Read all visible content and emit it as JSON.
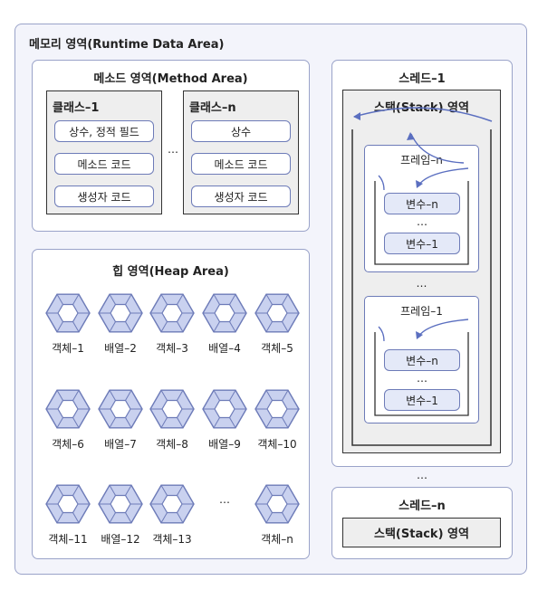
{
  "memory": {
    "title": "메모리 영역(Runtime Data Area)",
    "method_area": {
      "title": "메소드 영역(Method Area)",
      "class_1": {
        "title": "클래스–1",
        "items": [
          "상수, 정적 필드",
          "메소드 코드",
          "생성자 코드"
        ]
      },
      "ellipsis": "…",
      "class_n": {
        "title": "클래스–n",
        "items": [
          "상수",
          "메소드 코드",
          "생성자 코드"
        ]
      }
    },
    "heap": {
      "title": "힙 영역(Heap Area)",
      "rows": [
        [
          "객체–1",
          "배열–2",
          "객체–3",
          "배열–4",
          "객체–5"
        ],
        [
          "객체–6",
          "배열–7",
          "객체–8",
          "배열–9",
          "객체–10"
        ],
        [
          "객체–11",
          "배열–12",
          "객체–13",
          "…",
          "객체–n"
        ]
      ]
    },
    "thread_1": {
      "title": "스레드–1",
      "stack_title": "스택(Stack) 영역",
      "frames": [
        {
          "title": "프레임–n",
          "vars": [
            "변수–n",
            "…",
            "변수–1"
          ]
        },
        {
          "title": "프레임–1",
          "vars": [
            "변수–n",
            "…",
            "변수–1"
          ]
        }
      ],
      "frame_ellipsis": "…"
    },
    "thread_ellipsis": "…",
    "thread_n": {
      "title": "스레드–n",
      "stack_title": "스택(Stack) 영역"
    }
  },
  "colors": {
    "outer_bg": "#f3f4fb",
    "border": "#9aa3c9",
    "accent": "#6d7bb8",
    "hex_fill": "#c9d1ef",
    "gray_box": "#eeeeee"
  }
}
